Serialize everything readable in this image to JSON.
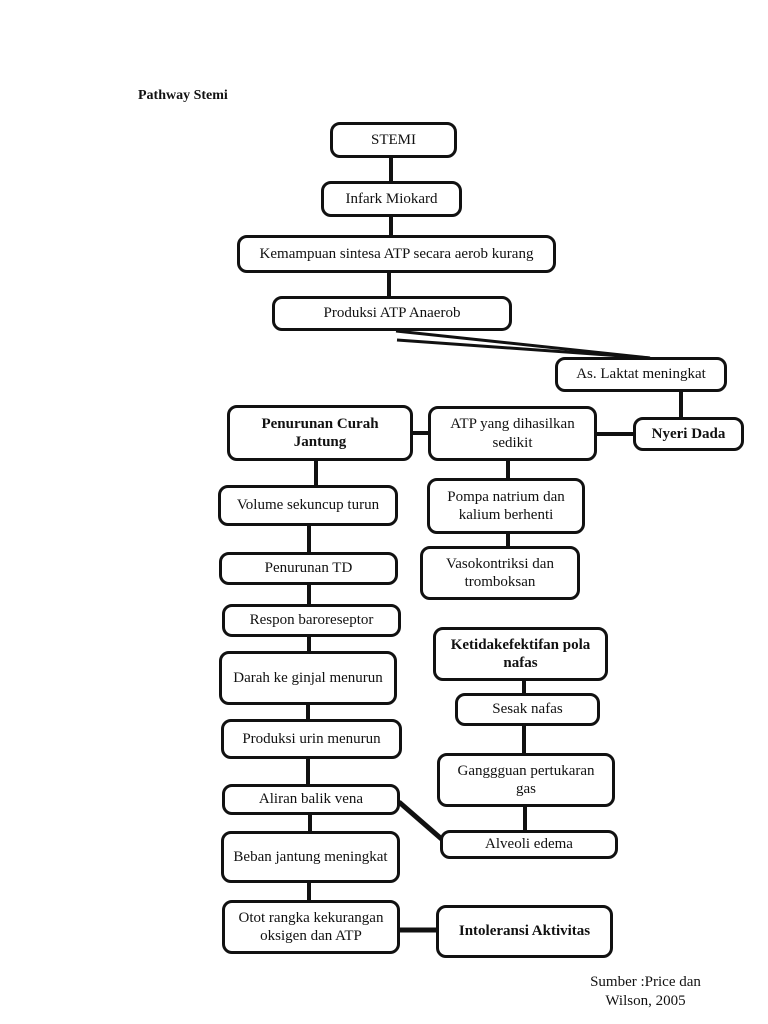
{
  "page": {
    "title": "Pathway Stemi",
    "source_line1": "Sumber :Price dan",
    "source_line2": "Wilson, 2005"
  },
  "nodes": {
    "stemi": {
      "text": "STEMI",
      "bold": false
    },
    "infark": {
      "text": "Infark Miokard",
      "bold": false
    },
    "kemampuan": {
      "text": "Kemampuan sintesa ATP secara aerob kurang",
      "bold": false
    },
    "produksi_atp": {
      "text": "Produksi ATP Anaerob",
      "bold": false
    },
    "laktat": {
      "text": "As. Laktat meningkat",
      "bold": false
    },
    "penurunan_curah": {
      "text": "Penurunan Curah Jantung",
      "bold": true
    },
    "atp_sedikit": {
      "text": "ATP yang dihasilkan sedikit",
      "bold": false
    },
    "nyeri_dada": {
      "text": "Nyeri Dada",
      "bold": true
    },
    "volume_sekuncup": {
      "text": "Volume sekuncup turun",
      "bold": false
    },
    "pompa_natrium": {
      "text": "Pompa natrium dan kalium berhenti",
      "bold": false
    },
    "penurunan_td": {
      "text": "Penurunan TD",
      "bold": false
    },
    "vasokontriksi": {
      "text": "Vasokontriksi dan tromboksan",
      "bold": false
    },
    "respon_baro": {
      "text": "Respon baroreseptor",
      "bold": false
    },
    "ketidakefektifan": {
      "text": "Ketidakefektifan pola nafas",
      "bold": true
    },
    "darah_ginjal": {
      "text": "Darah ke ginjal menurun",
      "bold": false
    },
    "sesak_nafas": {
      "text": "Sesak nafas",
      "bold": false
    },
    "produksi_urin": {
      "text": "Produksi urin menurun",
      "bold": false
    },
    "ganggguan_gas": {
      "text": "Ganggguan pertukaran gas",
      "bold": false
    },
    "aliran_balik": {
      "text": "Aliran balik vena",
      "bold": false
    },
    "alveoli_edema": {
      "text": "Alveoli edema",
      "bold": false
    },
    "beban_jantung": {
      "text": "Beban jantung meningkat",
      "bold": false
    },
    "otot_rangka": {
      "text": "Otot rangka kekurangan oksigen dan ATP",
      "bold": false
    },
    "intoleransi": {
      "text": "Intoleransi Aktivitas",
      "bold": true
    }
  },
  "edges": [
    {
      "from": "stemi",
      "to": "infark"
    },
    {
      "from": "infark",
      "to": "kemampuan"
    },
    {
      "from": "kemampuan",
      "to": "produksi_atp"
    },
    {
      "from": "produksi_atp",
      "to": "laktat"
    },
    {
      "from": "laktat",
      "to": "nyeri_dada"
    },
    {
      "from": "penurunan_curah",
      "to": "atp_sedikit"
    },
    {
      "from": "atp_sedikit",
      "to": "nyeri_dada"
    },
    {
      "from": "penurunan_curah",
      "to": "volume_sekuncup"
    },
    {
      "from": "atp_sedikit",
      "to": "pompa_natrium"
    },
    {
      "from": "pompa_natrium",
      "to": "vasokontriksi"
    },
    {
      "from": "volume_sekuncup",
      "to": "penurunan_td"
    },
    {
      "from": "penurunan_td",
      "to": "respon_baro"
    },
    {
      "from": "respon_baro",
      "to": "darah_ginjal"
    },
    {
      "from": "darah_ginjal",
      "to": "produksi_urin"
    },
    {
      "from": "produksi_urin",
      "to": "aliran_balik"
    },
    {
      "from": "aliran_balik",
      "to": "beban_jantung"
    },
    {
      "from": "aliran_balik",
      "to": "alveoli_edema"
    },
    {
      "from": "ketidakefektifan",
      "to": "sesak_nafas"
    },
    {
      "from": "sesak_nafas",
      "to": "ganggguan_gas"
    },
    {
      "from": "ganggguan_gas",
      "to": "alveoli_edema"
    },
    {
      "from": "beban_jantung",
      "to": "otot_rangka"
    },
    {
      "from": "otot_rangka",
      "to": "intoleransi"
    }
  ],
  "colors": {
    "ink": "#111111",
    "paper": "#ffffff"
  }
}
